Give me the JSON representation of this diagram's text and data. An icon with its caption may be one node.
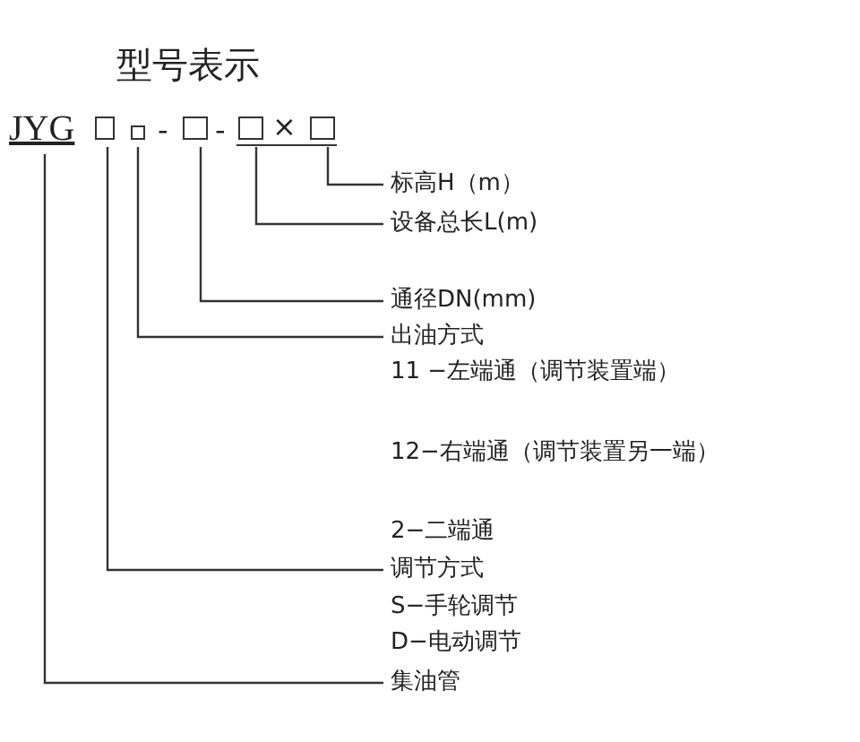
{
  "diagram": {
    "title": "型号表示",
    "nodes": [
      {
        "text": [
          "JYG"
        ]
      },
      {
        "text": [],
        "shape": "box"
      },
      {
        "text": [],
        "shape": "box"
      },
      {
        "text": [],
        "shape": "box"
      },
      {
        "text": [],
        "shape": "box"
      },
      {
        "text": [],
        "shape": "box"
      },
      {
        "text": [
          "标高H（m）"
        ]
      },
      {
        "text": [
          "设备总长L(m)"
        ]
      },
      {
        "text": [
          "通径DN(mm)"
        ]
      },
      {
        "text": [
          "出油方式"
        ]
      },
      {
        "text": [
          "调节方式"
        ]
      },
      {
        "text": [
          "集油管"
        ]
      }
    ],
    "edges": [
      {
        "from": 6,
        "to": 5,
        "arrow": "none"
      },
      {
        "from": 7,
        "to": 4,
        "arrow": "none"
      },
      {
        "from": 8,
        "to": 3,
        "arrow": "none"
      },
      {
        "from": 9,
        "to": 2,
        "arrow": "none"
      },
      {
        "from": 10,
        "to": 1,
        "arrow": "none"
      },
      {
        "from": 11,
        "to": 0,
        "arrow": "none"
      }
    ],
    "labels": [
      "-",
      "-",
      "×",
      "11 −左端通（调节装置端）",
      "12−右端通（调节装置另一端）",
      "2−二端通",
      "S−手轮调节",
      "D−电动调节"
    ]
  }
}
